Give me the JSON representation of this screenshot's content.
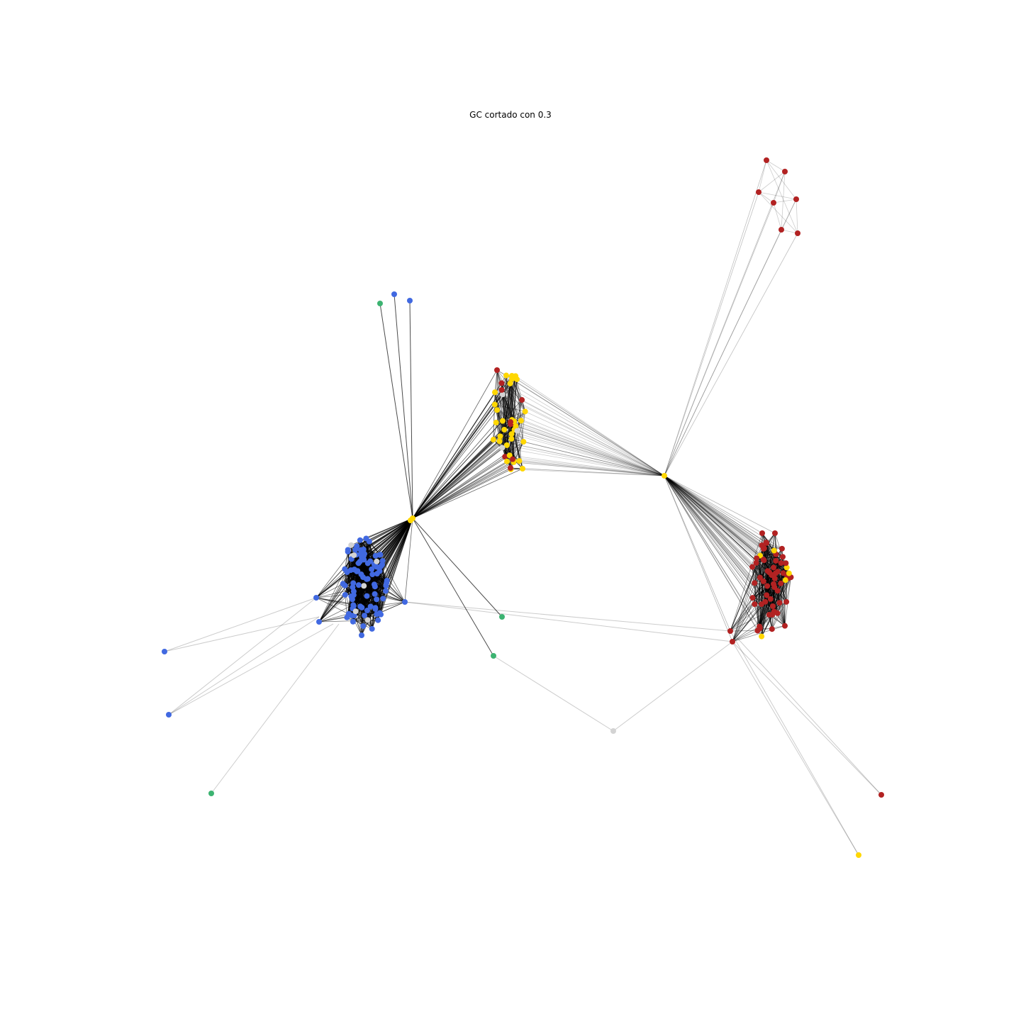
{
  "title": "GC cortado con 0.3",
  "colors": {
    "blue": "#4169e1",
    "yellow": "#ffd700",
    "red": "#b22222",
    "green": "#3cb371",
    "gray": "#d3d3d3",
    "edge": "#000000"
  },
  "graph": {
    "type": "network",
    "node_color_groups": [
      "blue",
      "yellow",
      "red",
      "green",
      "gray"
    ]
  }
}
